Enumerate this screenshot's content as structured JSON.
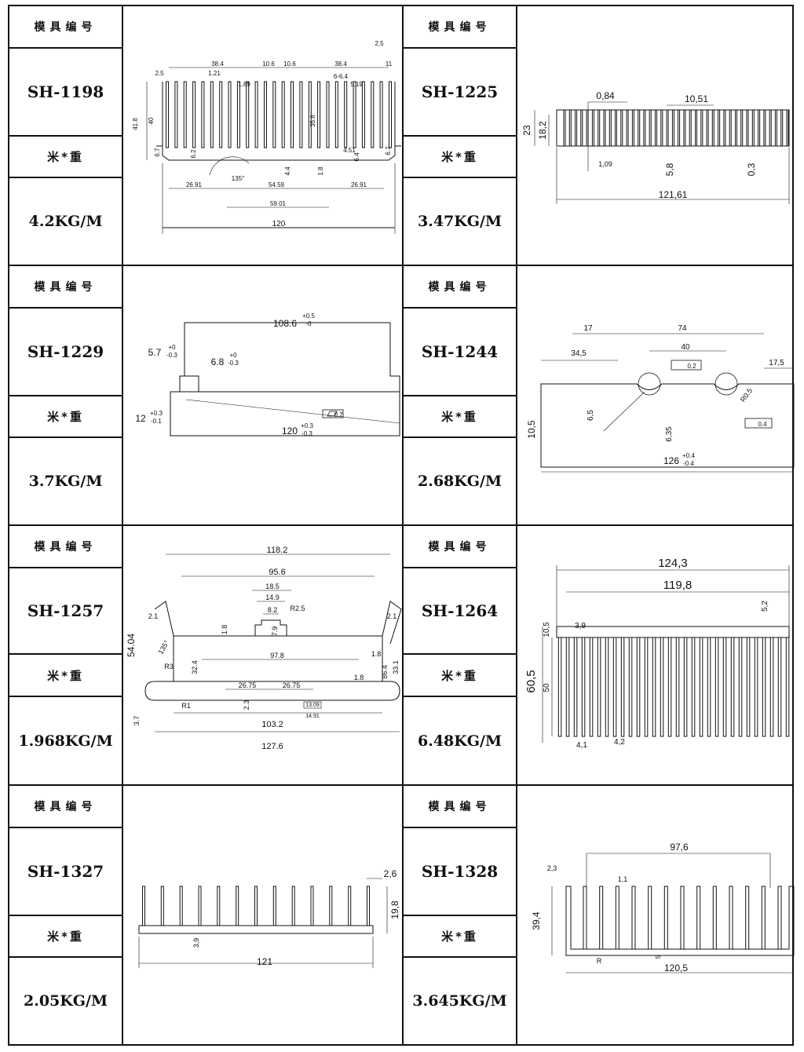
{
  "labels": {
    "mold_no": "模具编号",
    "weight": "米*重"
  },
  "profiles": [
    {
      "id": "SH-1198",
      "weight": "4.2KG/M",
      "dims": [
        "2.5",
        "38.4",
        "10.6",
        "10.6",
        "38.4",
        "2.5",
        "11",
        "1.21",
        "1.89",
        "6-6.4",
        "5.19",
        "41.8",
        "40",
        "35.6",
        "6.7",
        "6.2",
        "135°",
        "4.4",
        "1.8",
        "4.51",
        "6.4",
        "6.7",
        "26.91",
        "54.59",
        "26.91",
        "59.01",
        "120"
      ]
    },
    {
      "id": "SH-1225",
      "weight": "3.47KG/M",
      "dims": [
        "0,84",
        "10,51",
        "23",
        "18,2",
        "1,09",
        "5,8",
        "0,3",
        "121,61"
      ]
    },
    {
      "id": "SH-1229",
      "weight": "3.7KG/M",
      "dims": [
        "108.6",
        "+0.5",
        "-0",
        "5.7",
        "+0",
        "-0.3",
        "6.8",
        "+0",
        "-0.3",
        "12",
        "+0.3",
        "-0.1",
        "120",
        "+0.3",
        "-0.3",
        "0.2"
      ]
    },
    {
      "id": "SH-1244",
      "weight": "2.68KG/M",
      "dims": [
        "17",
        "74",
        "34,5",
        "40",
        "17,5",
        "0.2",
        "R0.5",
        "6,5",
        "10,5",
        "6,35",
        "0.4",
        "126",
        "+0.4",
        "-0.4"
      ]
    },
    {
      "id": "SH-1257",
      "weight": "1.968KG/M",
      "dims": [
        "118.2",
        "95.6",
        "18.5",
        "14.9",
        "8.2",
        "R2.5",
        "2.1",
        "2.1",
        "1.8",
        "7.9",
        "54.04",
        "135°",
        "R3",
        "32.4",
        "97.8",
        "1.8",
        "86.4",
        "33.1",
        "1.8",
        "26.75",
        "26.75",
        "2.3",
        "13.09",
        "14.91",
        "R1",
        "103.2",
        "127.6",
        "3.7"
      ]
    },
    {
      "id": "SH-1264",
      "weight": "6.48KG/M",
      "dims": [
        "124,3",
        "119,8",
        "5,2",
        "10,5",
        "3,9",
        "60,5",
        "50",
        "4,1",
        "4,2"
      ]
    },
    {
      "id": "SH-1327",
      "weight": "2.05KG/M",
      "dims": [
        "2,6",
        "19,8",
        "3,9",
        "121"
      ]
    },
    {
      "id": "SH-1328",
      "weight": "3.645KG/M",
      "dims": [
        "97,6",
        "2,3",
        "1,1",
        "39,4",
        "R",
        "5",
        "120,5"
      ]
    }
  ]
}
